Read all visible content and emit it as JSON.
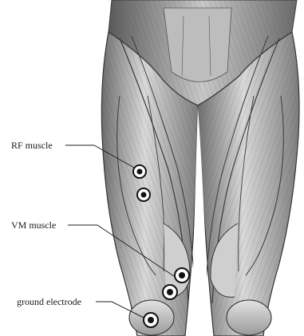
{
  "figure": {
    "labels": {
      "rf_muscle": "RF muscle",
      "vm_muscle": "VM muscle",
      "ground_electrode": "ground electrode"
    }
  }
}
